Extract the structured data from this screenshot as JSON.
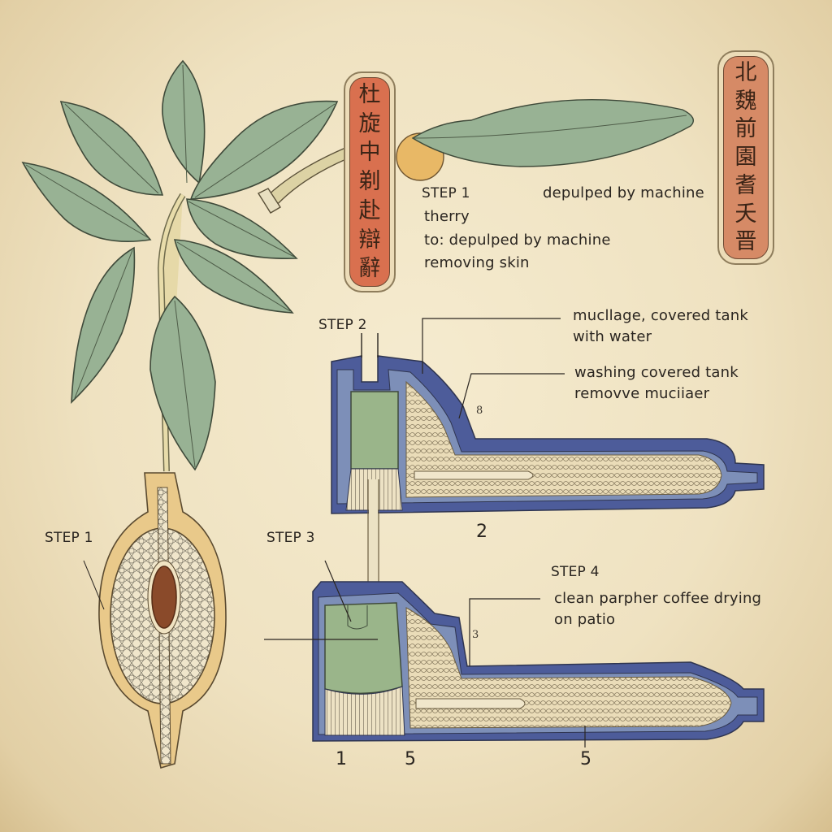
{
  "diagram": {
    "colors": {
      "paper": "#efe3c4",
      "leaf": "#98b294",
      "cartouche": "#d9704f",
      "tank_blue": "#4d5c9a",
      "tank_green": "#9ab58a",
      "bean": "#8a4a2a",
      "ink": "#2a2520"
    },
    "cartouche_left": {
      "glyphs": [
        "杜",
        "旋",
        "中",
        "剃",
        "赴",
        "辯",
        "辭"
      ]
    },
    "cartouche_right": {
      "glyphs": [
        "北",
        "魏",
        "前",
        "園",
        "耆",
        "夭",
        "晋"
      ]
    },
    "top_block": {
      "step_label": "STEP 1",
      "right_note": "depulped by machine",
      "line1": "therry",
      "line2": "to: depulped by machine",
      "line3": "removing skin"
    },
    "fruit_section": {
      "step_label": "STEP 1"
    },
    "step2": {
      "step_label": "STEP 2",
      "callout1_line1": "mucllage, covered tank",
      "callout1_line2": "with water",
      "callout2_line1": "washing covered tank",
      "callout2_line2": "removve muciiaer",
      "marker": "8",
      "number": "2"
    },
    "step3": {
      "step_label": "STEP 3",
      "numbers": [
        "1",
        "5"
      ]
    },
    "step4": {
      "step_label": "STEP 4",
      "callout_line1": "clean parpher coffee drying",
      "callout_line2": "on patio",
      "marker": "3",
      "number": "5"
    }
  }
}
